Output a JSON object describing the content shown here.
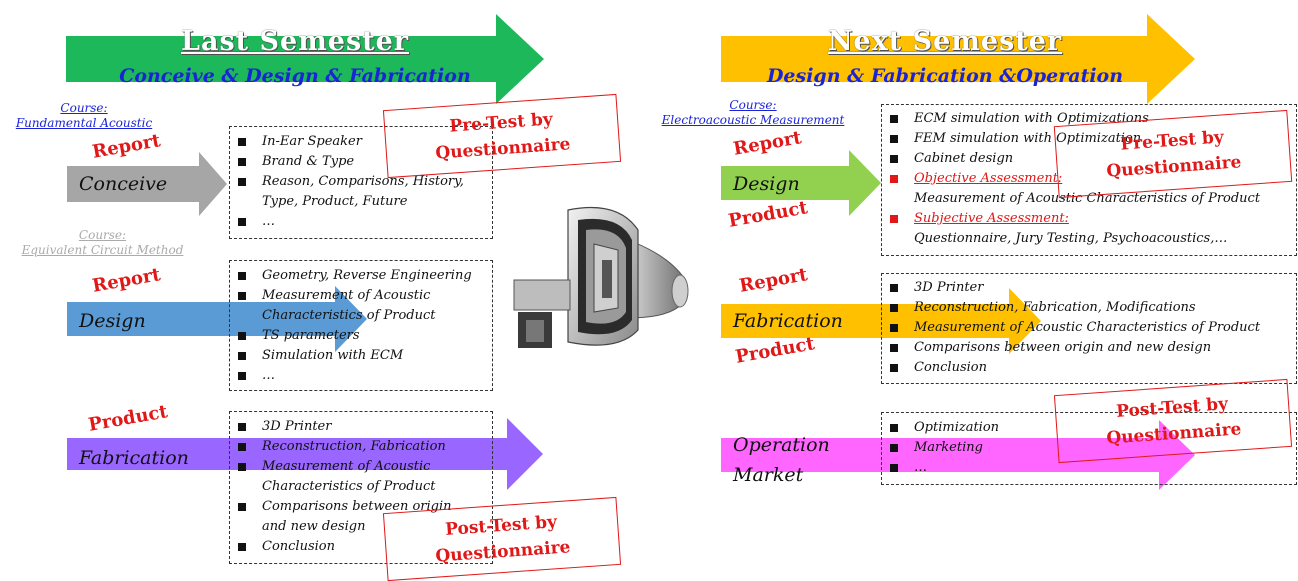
{
  "left": {
    "header": {
      "title": "Last Semester",
      "subtitle": "Conceive & Design & Fabrication",
      "color": "#1cb85a"
    },
    "stages": [
      {
        "id": "conceive",
        "name": "Conceive",
        "color": "#a6a6a6",
        "course_label": "Course:",
        "course_name": "Fundamental Acoustic",
        "stamps": [
          "Report"
        ],
        "items": [
          {
            "text": "In-Ear Speaker"
          },
          {
            "text": "Brand & Type"
          },
          {
            "text": "Reason, Comparisons, History,"
          },
          {
            "text": "Type, Product, Future",
            "cont": true
          },
          {
            "text": "…"
          }
        ]
      },
      {
        "id": "design",
        "name": "Design",
        "color": "#5b9bd5",
        "course_label": "Course:",
        "course_name": "Equivalent Circuit Method",
        "stamps": [
          "Report"
        ],
        "items": [
          {
            "text": "Geometry, Reverse Engineering"
          },
          {
            "text": "Measurement of Acoustic"
          },
          {
            "text": "Characteristics of Product",
            "cont": true
          },
          {
            "text": "TS parameters"
          },
          {
            "text": "Simulation with ECM"
          },
          {
            "text": "…"
          }
        ]
      },
      {
        "id": "fabrication",
        "name": "Fabrication",
        "color": "#9966ff",
        "stamps": [
          "Product"
        ],
        "items": [
          {
            "text": "3D Printer"
          },
          {
            "text": "Reconstruction, Fabrication"
          },
          {
            "text": "Measurement of Acoustic"
          },
          {
            "text": "Characteristics of Product",
            "cont": true
          },
          {
            "text": "Comparisons between origin"
          },
          {
            "text": "and new design",
            "cont": true
          },
          {
            "text": "Conclusion"
          }
        ]
      }
    ],
    "pre_test": [
      "Pre-Test by",
      "Questionnaire"
    ],
    "post_test": [
      "Post-Test by",
      "Questionnaire"
    ]
  },
  "right": {
    "header": {
      "title": "Next Semester",
      "subtitle": "Design & Fabrication &Operation",
      "color": "#ffc000"
    },
    "stages": [
      {
        "id": "design",
        "name": "Design",
        "color": "#92d050",
        "course_label": "Course:",
        "course_name": "Electroacoustic Measurement",
        "stamps": [
          "Report",
          "Product"
        ],
        "items": [
          {
            "text": "ECM simulation with Optimizations"
          },
          {
            "text": "FEM simulation with Optimization"
          },
          {
            "text": "Cabinet design"
          },
          {
            "text": "Objective Assessment:",
            "red": true
          },
          {
            "text": "Measurement of Acoustic Characteristics of Product",
            "cont": true
          },
          {
            "text": "Subjective Assessment:",
            "red": true
          },
          {
            "text": "Questionnaire, Jury Testing, Psychoacoustics,…",
            "cont": true
          }
        ]
      },
      {
        "id": "fabrication",
        "name": "Fabrication",
        "color": "#ffc000",
        "stamps": [
          "Report",
          "Product"
        ],
        "items": [
          {
            "text": "3D Printer"
          },
          {
            "text": "Reconstruction, Fabrication, Modifications"
          },
          {
            "text": "Measurement of Acoustic Characteristics of Product"
          },
          {
            "text": "Comparisons between origin and new design"
          },
          {
            "text": "Conclusion"
          }
        ]
      },
      {
        "id": "operation",
        "name_line1": "Operation",
        "name_line2": "Market",
        "color": "#ff66ff",
        "items": [
          {
            "text": "Optimization"
          },
          {
            "text": "Marketing"
          },
          {
            "text": "…"
          }
        ]
      }
    ],
    "pre_test": [
      "Pre-Test by",
      "Questionnaire"
    ],
    "post_test": [
      "Post-Test by",
      "Questionnaire"
    ]
  },
  "colors": {
    "stamp_red": "#e01818",
    "link_blue": "#1a24d6"
  }
}
